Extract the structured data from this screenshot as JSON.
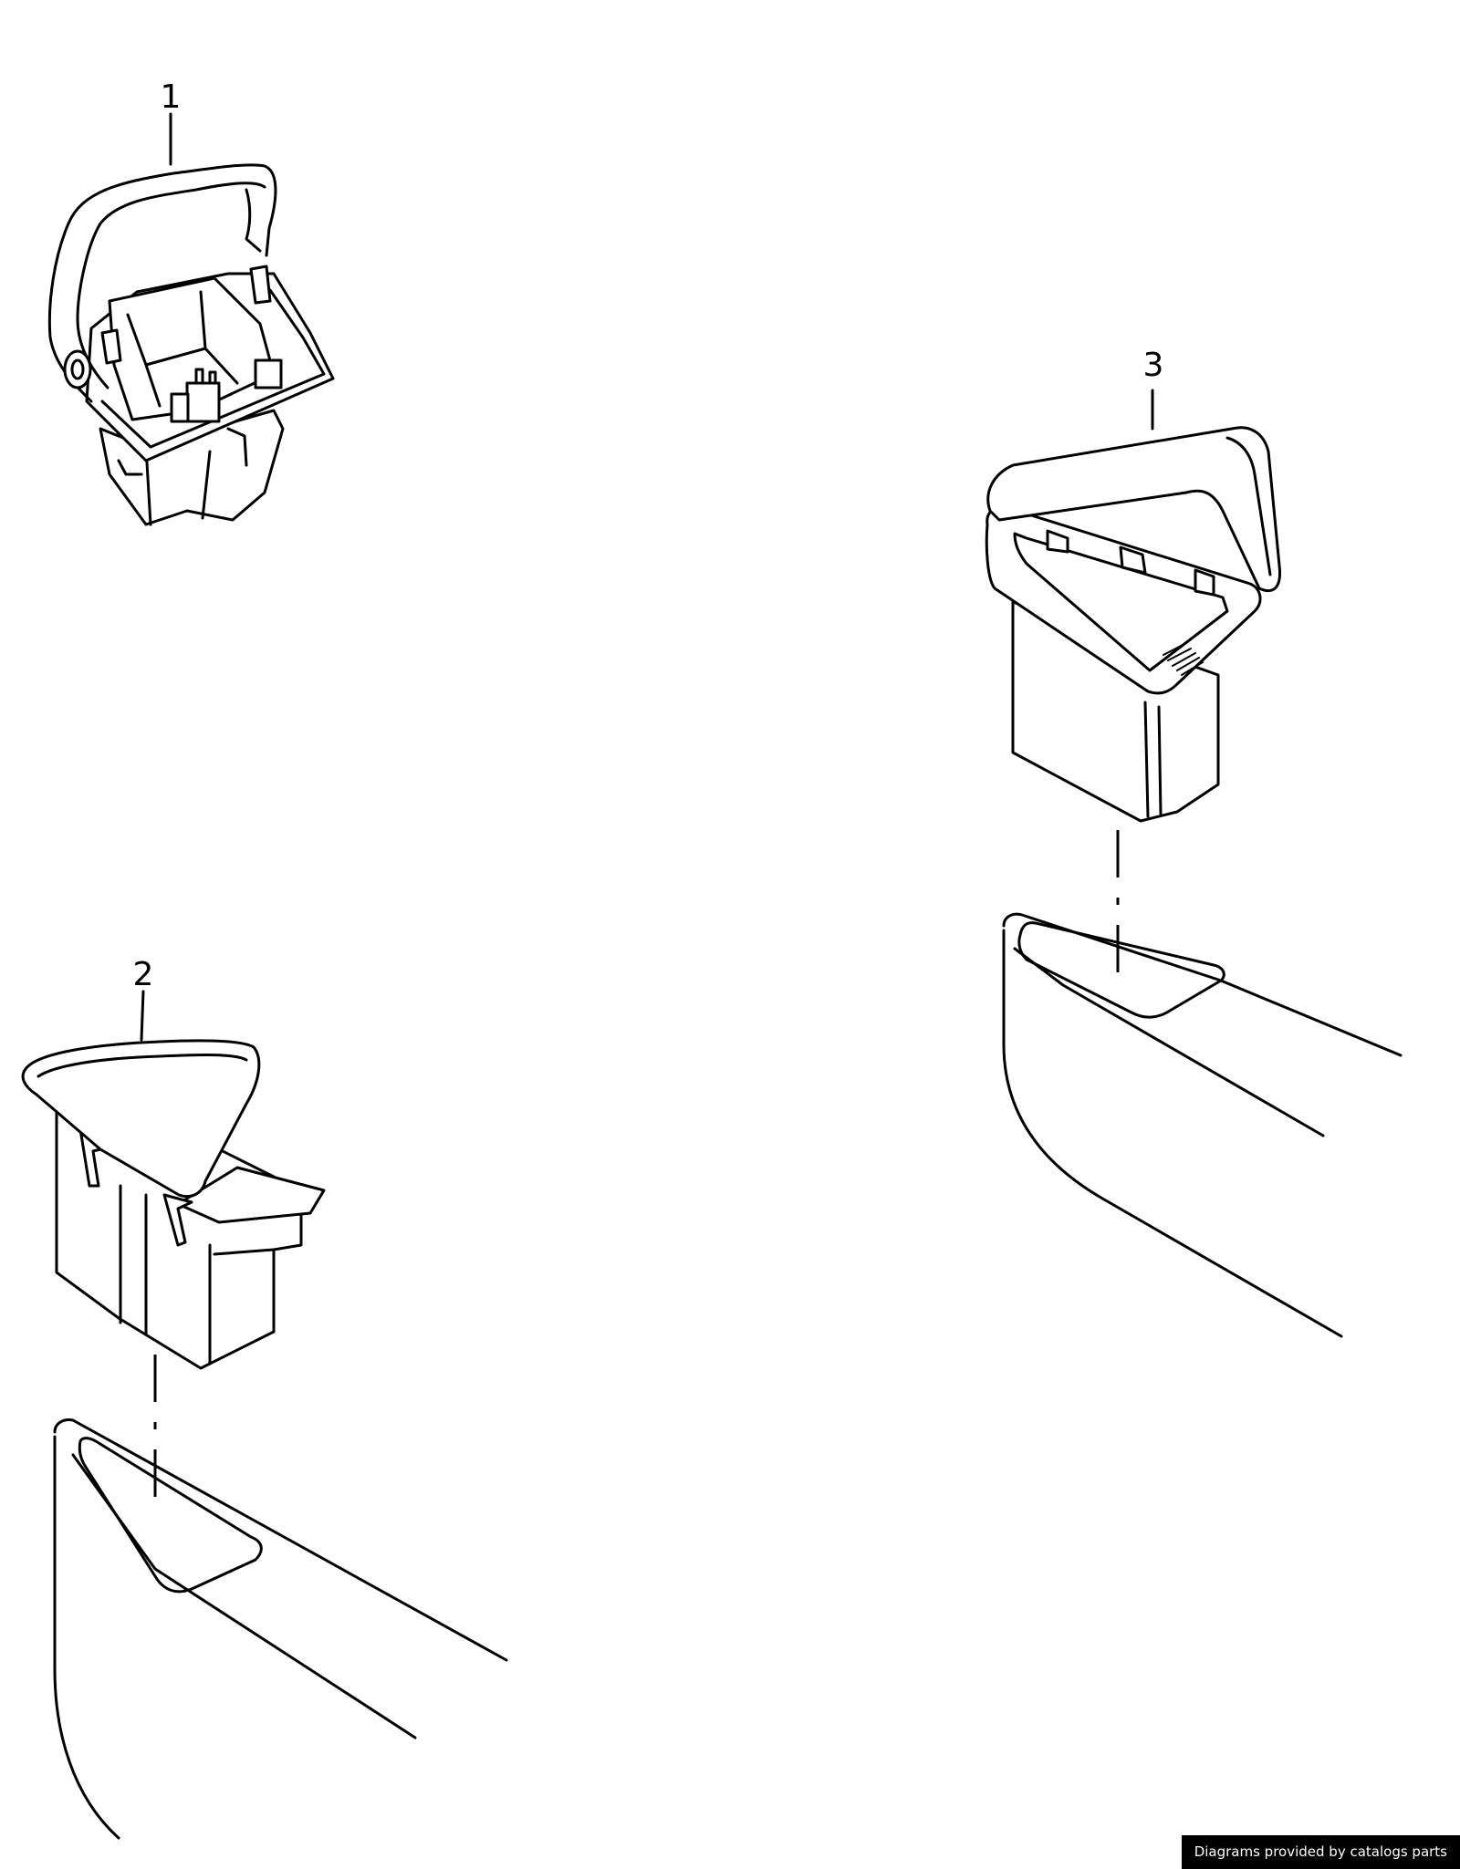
{
  "callouts": [
    {
      "id": "1",
      "label": "1"
    },
    {
      "id": "2",
      "label": "2"
    },
    {
      "id": "3",
      "label": "3"
    }
  ],
  "credit": "Diagrams provided by catalogs parts",
  "colors": {
    "line": "#000000",
    "background": "#ffffff",
    "credit_background": "#000000",
    "credit_text": "#ffffff"
  }
}
